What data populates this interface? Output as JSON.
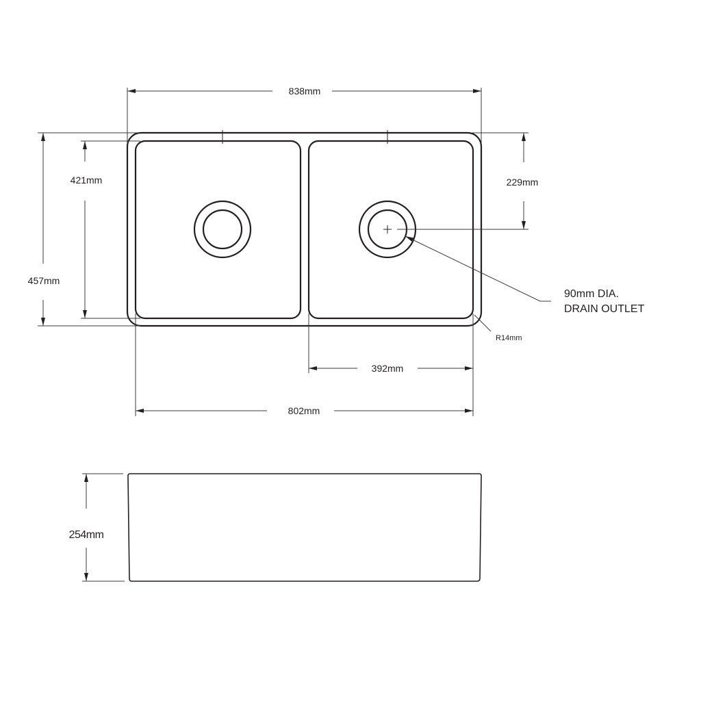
{
  "drawing": {
    "title": "Double bowl sink technical drawing",
    "views": [
      "top-view",
      "front-view"
    ],
    "line_color": "#231f20",
    "background": "#ffffff"
  },
  "dimensions": {
    "overall_width": "838mm",
    "inner_width": "802mm",
    "bowl_width": "392mm",
    "overall_depth": "457mm",
    "bowl_depth": "421mm",
    "drain_offset": "229mm",
    "height": "254mm",
    "corner_radius": "R14mm"
  },
  "annotations": {
    "drain_line1": "90mm  DIA.",
    "drain_line2": "DRAIN OUTLET"
  }
}
